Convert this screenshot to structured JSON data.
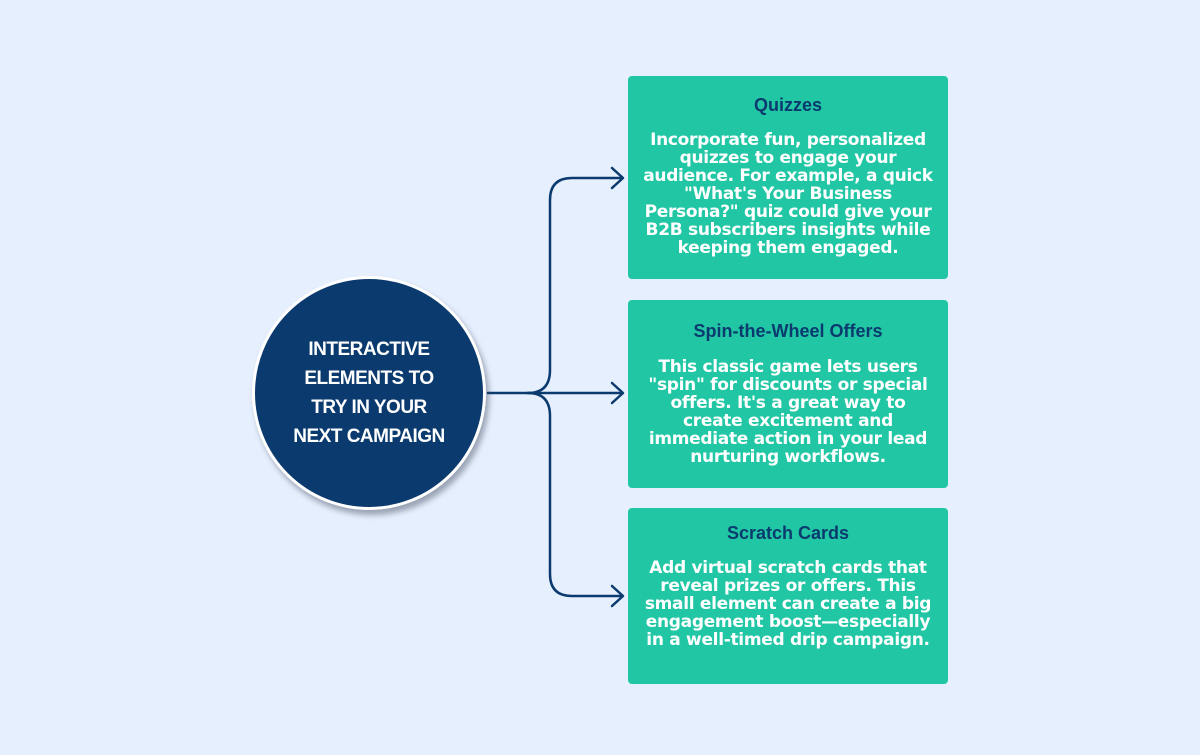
{
  "center": {
    "lines": [
      "INTERACTIVE",
      "ELEMENTS TO",
      "TRY IN YOUR",
      "NEXT CAMPAIGN"
    ]
  },
  "cards": [
    {
      "title": "Quizzes",
      "body": "Incorporate fun, personalized quizzes to engage your audience. For example, a quick \"What's Your Business Persona?\" quiz could give your B2B subscribers insights while keeping them engaged."
    },
    {
      "title": "Spin-the-Wheel Offers",
      "body": "This classic game lets users \"spin\" for discounts or special offers. It's a great way to create excitement and immediate action in your lead nurturing workflows."
    },
    {
      "title": "Scratch Cards",
      "body": "Add virtual scratch cards that reveal prizes or offers. This small element can create a big engagement boost—especially in a well-timed drip campaign."
    }
  ],
  "colors": {
    "background": "#e6effd",
    "circle": "#0b3a6e",
    "card": "#21c7a4",
    "card_title": "#0b3a6e",
    "connector": "#0b3a6e"
  }
}
